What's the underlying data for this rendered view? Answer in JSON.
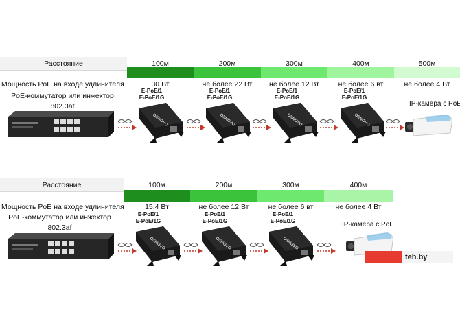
{
  "top": {
    "distance_label": "Расстояние",
    "distances": [
      "100м",
      "200м",
      "300м",
      "400м",
      "500м"
    ],
    "distance_colors": [
      "#1e8f1e",
      "#3cc33c",
      "#6ee86e",
      "#9ef59e",
      "#d2fbd2"
    ],
    "power_label": "Мощность PoE на  входе  удлинителя",
    "powers": [
      "30 Вт",
      "не более 22 Вт",
      "не более 12 Вт",
      "не более 6 вт",
      "не более 4 Вт"
    ],
    "source_line1": "PoE-коммутатор или инжектор",
    "source_line2": "802.3at",
    "device_line1": "E-PoE/1",
    "device_line2": "E-PoE/1G",
    "camera_label": "IP-камера с PoE"
  },
  "bottom": {
    "distance_label": "Расстояние",
    "distances": [
      "100м",
      "200м",
      "300м",
      "400м"
    ],
    "distance_colors": [
      "#1e8f1e",
      "#3cc33c",
      "#6ee86e",
      "#a8f5a8"
    ],
    "power_label": "Мощность PoE на  входе  удлинителя",
    "powers": [
      "15,4 Вт",
      "не более 12 Вт",
      "не более 6 вт",
      "не более 4 Вт"
    ],
    "source_line1": "PoE-коммутатор или инжектор",
    "source_line2": "802.3af",
    "device_line1": "E-PoE/1",
    "device_line2": "E-PoE/1G",
    "camera_label": "IP-камера с PoE"
  },
  "device_brand": "OSNOVO",
  "watermark": {
    "prefix": "",
    "brand": "teh",
    "dot": ".",
    "suffix": "by"
  },
  "colors": {
    "switch_body": "#2a2a2a",
    "device_body": "#1a1a1a",
    "cable_arrow": "#c0392b"
  }
}
